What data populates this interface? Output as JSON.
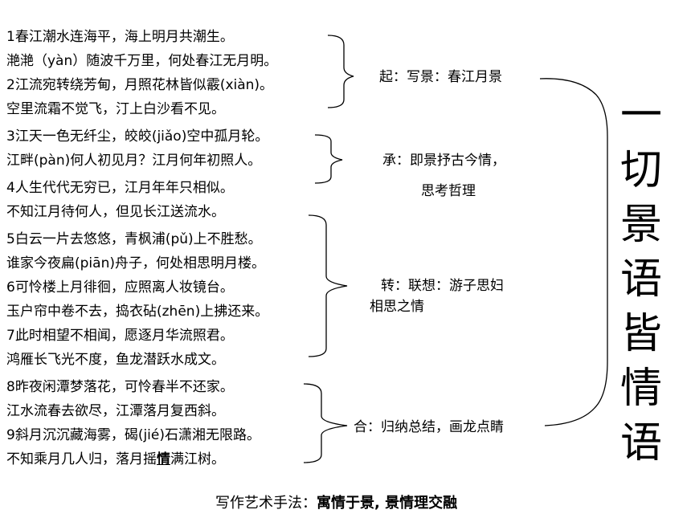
{
  "poem_lines": [
    "1春江潮水连海平，海上明月共潮生。",
    "滟滟（yàn）随波千万里，何处春江无月明。",
    "2江流宛转绕芳甸，月照花林皆似霰(xiàn)。",
    "空里流霜不觉飞，汀上白沙看不见。",
    "3江天一色无纤尘，皎皎(jiǎo)空中孤月轮。",
    "江畔(pàn)何人初见月？江月何年初照人。",
    "4人生代代无穷已，江月年年只相似。",
    "不知江月待何人，但见长江送流水。",
    "5白云一片去悠悠，青枫浦(pǔ)上不胜愁。",
    "谁家今夜扁(piān)舟子，何处相思明月楼。",
    "6可怜楼上月徘徊，应照离人妆镜台。",
    "玉户帘中卷不去，捣衣砧(zhēn)上拂还来。",
    "7此时相望不相闻，愿逐月华流照君。",
    "鸿雁长飞光不度，鱼龙潜跃水成文。",
    "8昨夜闲潭梦落花，可怜春半不还家。",
    "江水流春去欲尽，江潭落月复西斜。",
    "9斜月沉沉藏海雾，碣(jié)石潇湘无限路。",
    "不知乘月几人归，落月摇"
  ],
  "last_line_emphasis": "情",
  "last_line_tail": "满江树。",
  "labels": {
    "qi": "起：写景：春江月景",
    "cheng_1": "承：即景抒古今情，",
    "cheng_2": "思考哲理",
    "zhuan_1": "转：联想：游子思妇",
    "zhuan_2": "相思之情",
    "he": "合：归纳总结，画龙点睛"
  },
  "big_title": [
    "一",
    "切",
    "景",
    "语",
    "皆",
    "情",
    "语"
  ],
  "footer": {
    "prefix": "写作艺术手法：",
    "bold": "寓情于景, 景情理交融"
  }
}
